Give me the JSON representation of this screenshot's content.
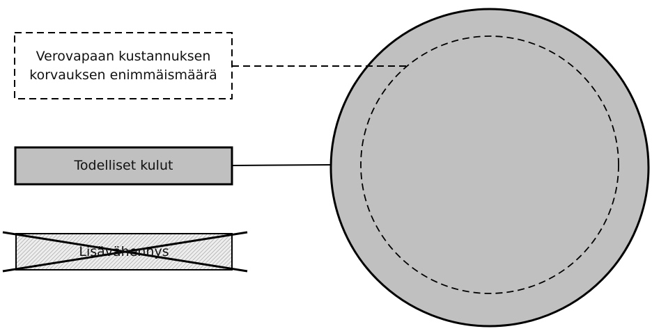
{
  "labels": {
    "max_amount_line1": "Verovapaan kustannuksen",
    "max_amount_line2": "korvauksen enimmäismäärä",
    "actual_costs": "Todelliset kulut",
    "additional_deduction": "Lisävähennys"
  },
  "colors": {
    "circle_fill": "#c0c0c0",
    "box_fill": "#c0c0c0",
    "stroke": "#000000"
  }
}
